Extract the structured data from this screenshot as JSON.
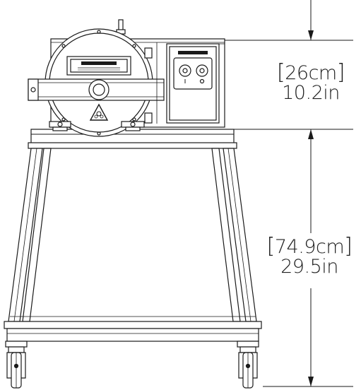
{
  "dimensions": {
    "top": {
      "metric": "26cm",
      "imperial": "10.2in"
    },
    "bottom": {
      "metric": "74.9cm",
      "imperial": "29.5in"
    }
  },
  "colors": {
    "line": "#1a1a1a",
    "background": "#ffffff"
  },
  "icons": [
    "biohazard-icon",
    "caster-wheel-icon",
    "dimension-arrow-icon"
  ]
}
